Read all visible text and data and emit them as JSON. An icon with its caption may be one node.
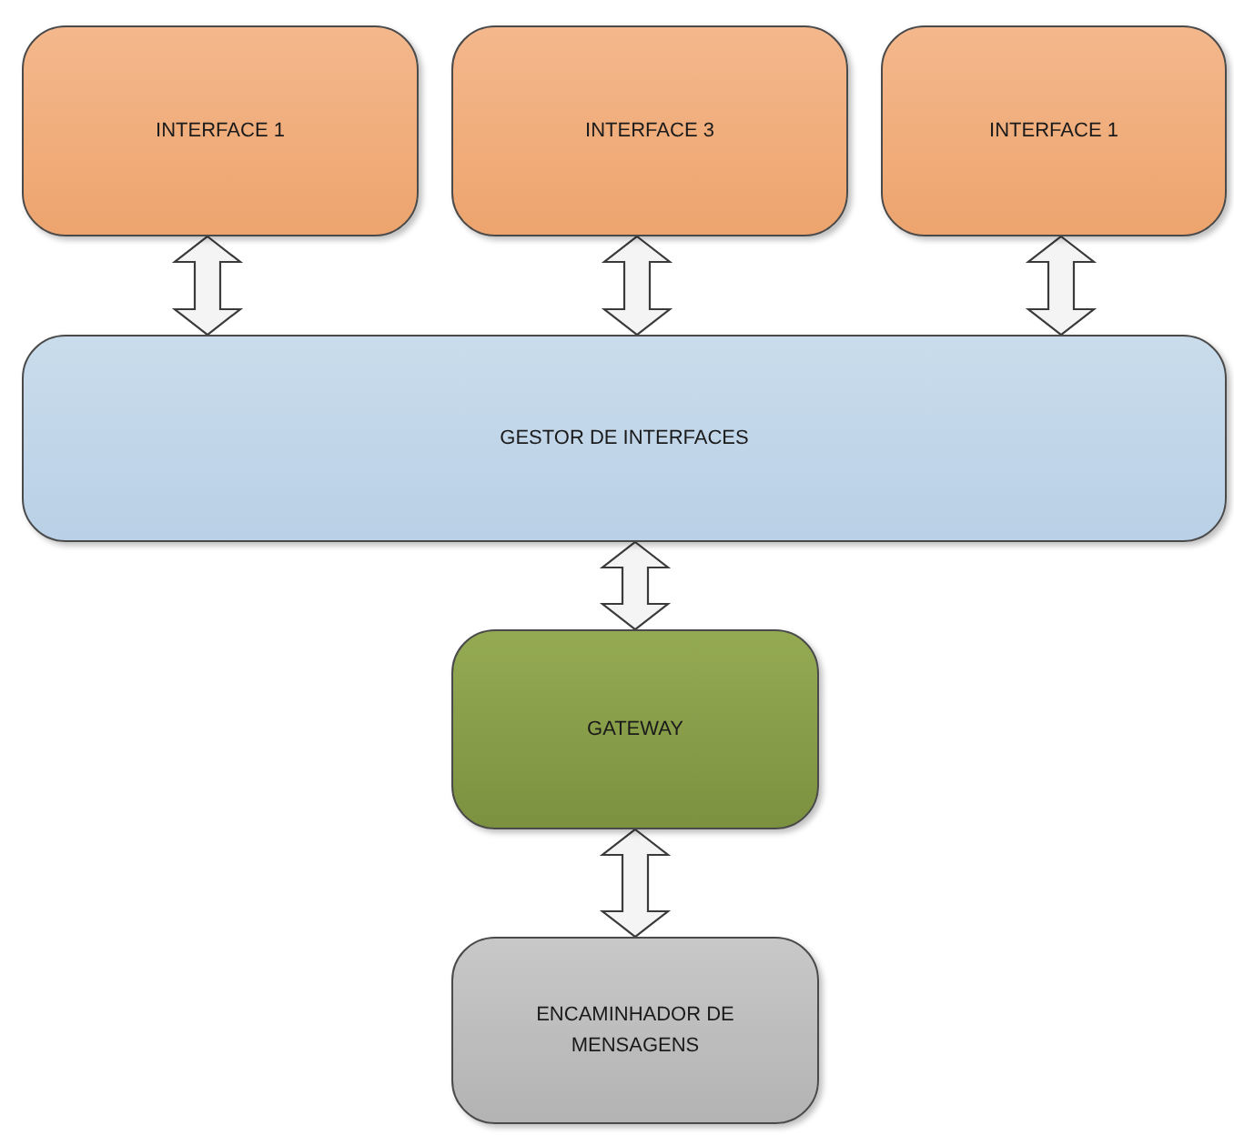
{
  "diagram": {
    "nodes": [
      {
        "text": [
          "INTERFACE 1"
        ]
      },
      {
        "text": [
          "INTERFACE 3"
        ]
      },
      {
        "text": [
          "INTERFACE 1"
        ]
      },
      {
        "text": [
          "GESTOR DE INTERFACES"
        ]
      },
      {
        "text": [
          "GATEWAY"
        ]
      },
      {
        "text": [
          "ENCAMINHADOR DE MENSAGENS"
        ]
      }
    ],
    "edges": [
      {
        "from": 0,
        "to": 3,
        "arrow": "both"
      },
      {
        "from": 1,
        "to": 3,
        "arrow": "both"
      },
      {
        "from": 2,
        "to": 3,
        "arrow": "both"
      },
      {
        "from": 3,
        "to": 4,
        "arrow": "both"
      },
      {
        "from": 4,
        "to": 5,
        "arrow": "both"
      }
    ]
  }
}
